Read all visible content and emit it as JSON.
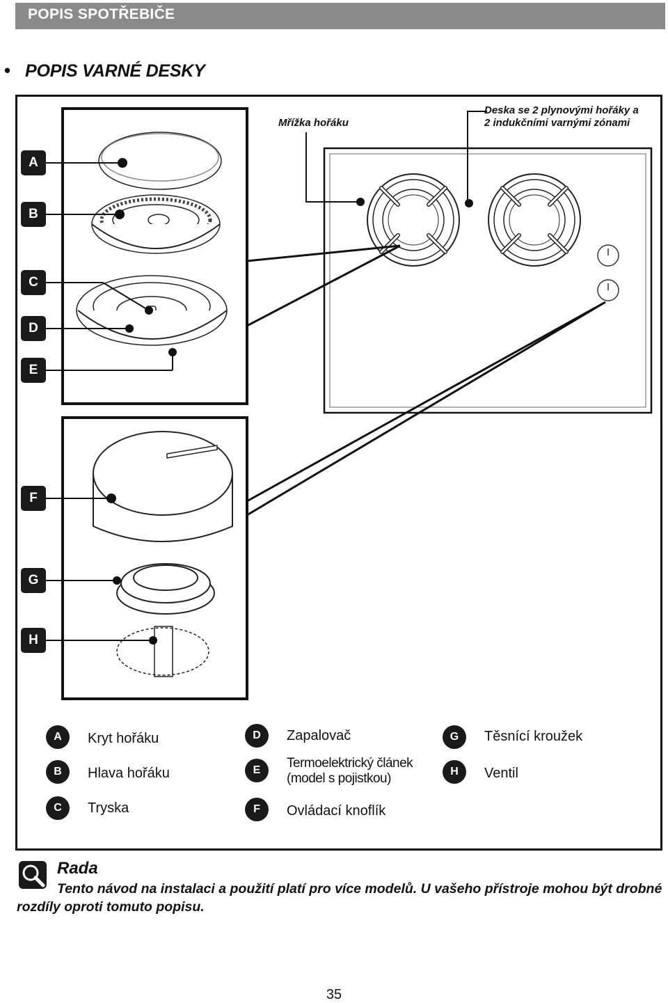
{
  "header": {
    "title": "POPIS SPOTŘEBIČE"
  },
  "section": {
    "bullet": "•",
    "title": "POPIS VARNÉ DESKY"
  },
  "diagram": {
    "callout_grate": "Mřížka hořáku",
    "callout_hob_line1": "Deska se 2 plynovými hořáky a",
    "callout_hob_line2": "2 indukčními varnými zónami",
    "letters": [
      "A",
      "B",
      "C",
      "D",
      "E",
      "F",
      "G",
      "H"
    ]
  },
  "legend": {
    "items": [
      {
        "key": "A",
        "label": "Kryt hořáku"
      },
      {
        "key": "B",
        "label": "Hlava hořáku"
      },
      {
        "key": "C",
        "label": "Tryska"
      },
      {
        "key": "D",
        "label": "Zapalovač"
      },
      {
        "key": "E",
        "label_line1": "Termoelektrický článek",
        "label_line2": "(model s pojistkou)"
      },
      {
        "key": "F",
        "label": "Ovládací knoflík"
      },
      {
        "key": "G",
        "label": "Těsnící kroužek"
      },
      {
        "key": "H",
        "label": "Ventil"
      }
    ]
  },
  "tip": {
    "title": "Rada",
    "text": "Tento návod na instalaci a použití platí pro více modelů. U vašeho přístroje mohou být drobné rozdíly oproti tomuto popisu."
  },
  "page": {
    "number": "35"
  }
}
